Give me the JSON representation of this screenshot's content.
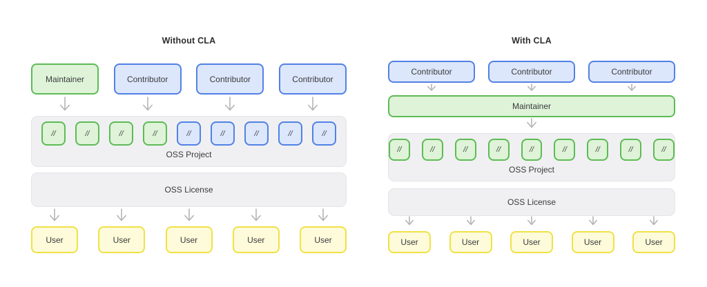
{
  "colors": {
    "green_fill": "#def3d7",
    "green_border": "#5dbb55",
    "blue_fill": "#dde7fb",
    "blue_border": "#5181e5",
    "yellow_fill": "#fdfbd9",
    "yellow_border": "#f0e146",
    "container_fill": "#f0f0f2",
    "arrow": "#b4b4b8",
    "text": "#3a3a3e"
  },
  "left": {
    "title": "Without CLA",
    "actors": [
      {
        "label": "Maintainer",
        "color": "green"
      },
      {
        "label": "Contributor",
        "color": "blue"
      },
      {
        "label": "Contributor",
        "color": "blue"
      },
      {
        "label": "Contributor",
        "color": "blue"
      }
    ],
    "project": {
      "label": "OSS Project",
      "chips": [
        {
          "glyph": "//",
          "color": "green"
        },
        {
          "glyph": "//",
          "color": "green"
        },
        {
          "glyph": "//",
          "color": "green"
        },
        {
          "glyph": "//",
          "color": "green"
        },
        {
          "glyph": "//",
          "color": "blue"
        },
        {
          "glyph": "//",
          "color": "blue"
        },
        {
          "glyph": "//",
          "color": "blue"
        },
        {
          "glyph": "//",
          "color": "blue"
        },
        {
          "glyph": "//",
          "color": "blue"
        }
      ]
    },
    "license_label": "OSS License",
    "users": [
      "User",
      "User",
      "User",
      "User",
      "User"
    ]
  },
  "right": {
    "title": "With CLA",
    "actors": [
      {
        "label": "Contributor",
        "color": "blue"
      },
      {
        "label": "Contributor",
        "color": "blue"
      },
      {
        "label": "Contributor",
        "color": "blue"
      }
    ],
    "maintainer": {
      "label": "Maintainer",
      "color": "green"
    },
    "project": {
      "label": "OSS Project",
      "chips": [
        {
          "glyph": "//",
          "color": "green"
        },
        {
          "glyph": "//",
          "color": "green"
        },
        {
          "glyph": "//",
          "color": "green"
        },
        {
          "glyph": "//",
          "color": "green"
        },
        {
          "glyph": "//",
          "color": "green"
        },
        {
          "glyph": "//",
          "color": "green"
        },
        {
          "glyph": "//",
          "color": "green"
        },
        {
          "glyph": "//",
          "color": "green"
        },
        {
          "glyph": "//",
          "color": "green"
        }
      ]
    },
    "license_label": "OSS License",
    "users": [
      "User",
      "User",
      "User",
      "User",
      "User"
    ]
  }
}
